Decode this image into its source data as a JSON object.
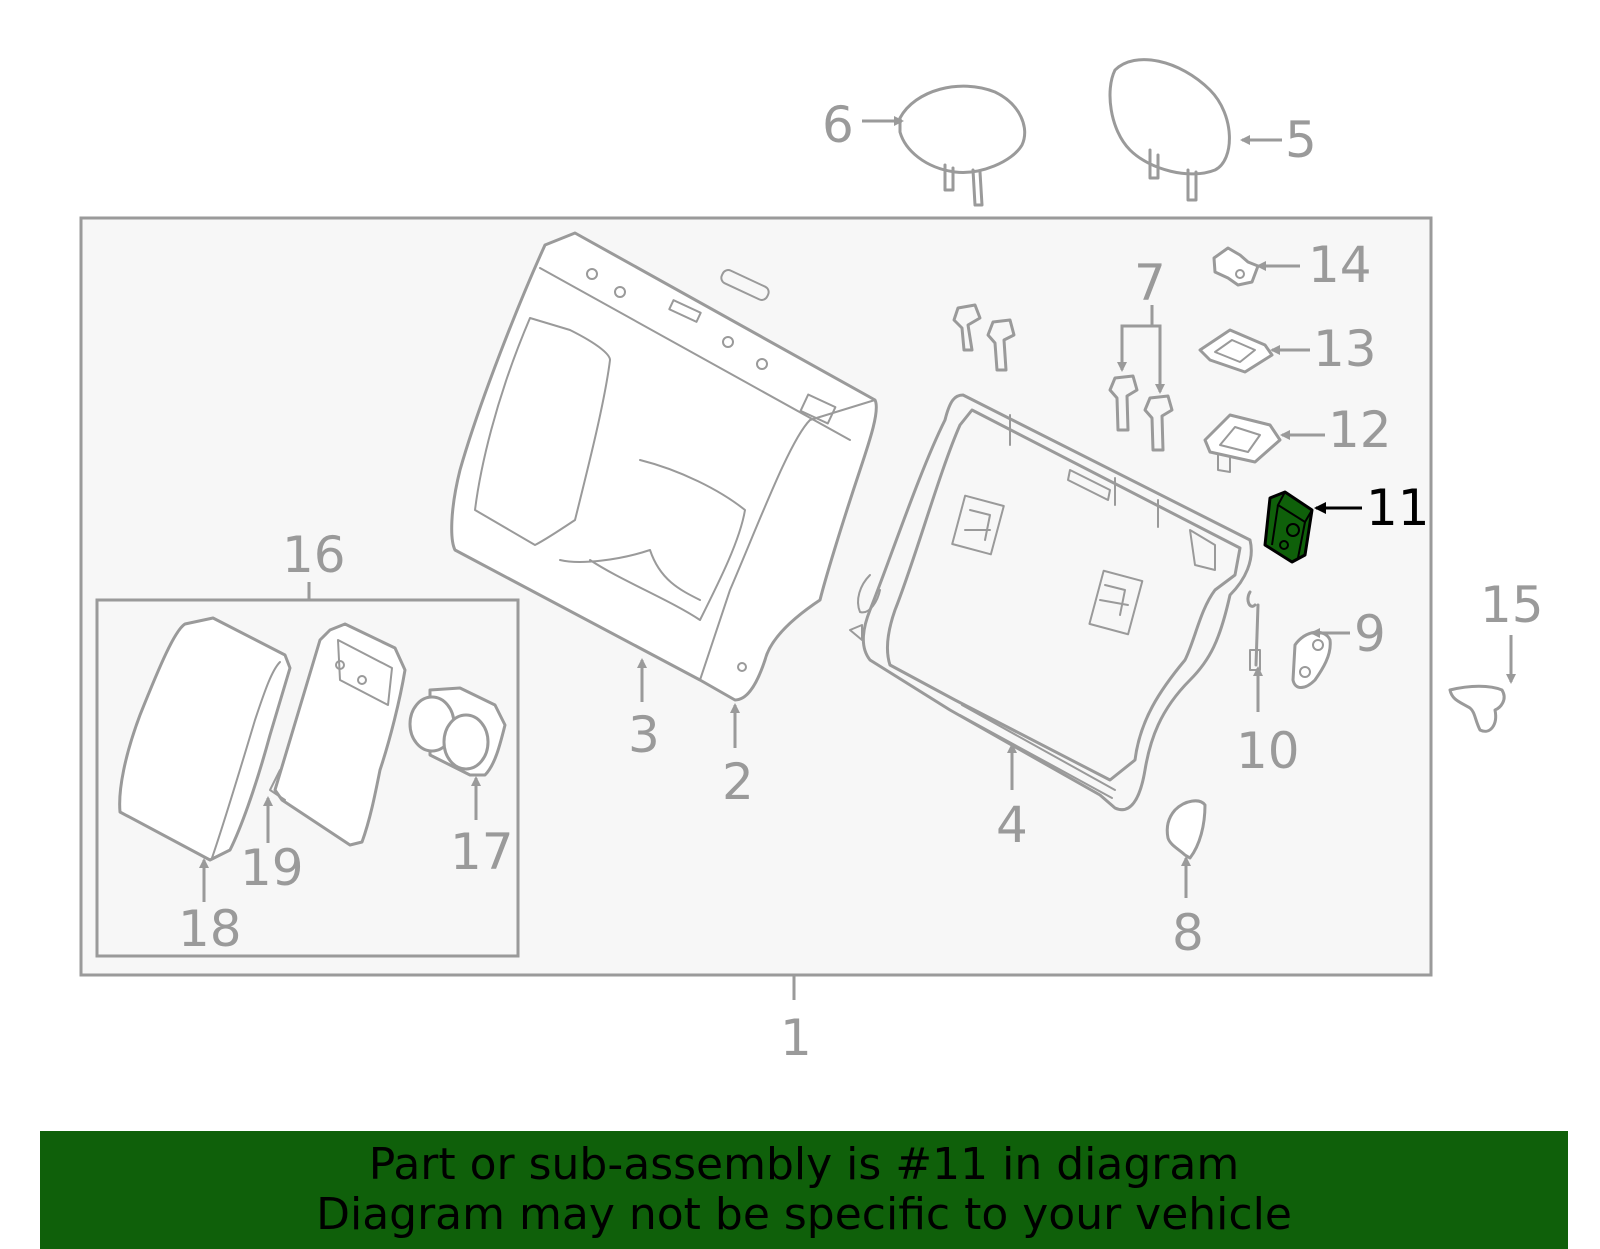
{
  "banner": {
    "line1": "Part or sub-assembly is #11 in diagram",
    "line2": "Diagram may not be specific to your vehicle"
  },
  "highlight": {
    "part_number": "11",
    "color": "#0f600a"
  },
  "colors": {
    "outline": "#9a9a9a",
    "box_fill": "#f7f7f7",
    "banner": "#0f600a"
  },
  "callouts": [
    {
      "id": "1",
      "label": "1"
    },
    {
      "id": "2",
      "label": "2"
    },
    {
      "id": "3",
      "label": "3"
    },
    {
      "id": "4",
      "label": "4"
    },
    {
      "id": "5",
      "label": "5"
    },
    {
      "id": "6",
      "label": "6"
    },
    {
      "id": "7",
      "label": "7"
    },
    {
      "id": "8",
      "label": "8"
    },
    {
      "id": "9",
      "label": "9"
    },
    {
      "id": "10",
      "label": "10"
    },
    {
      "id": "11",
      "label": "11"
    },
    {
      "id": "12",
      "label": "12"
    },
    {
      "id": "13",
      "label": "13"
    },
    {
      "id": "14",
      "label": "14"
    },
    {
      "id": "15",
      "label": "15"
    },
    {
      "id": "16",
      "label": "16"
    },
    {
      "id": "17",
      "label": "17"
    },
    {
      "id": "18",
      "label": "18"
    },
    {
      "id": "19",
      "label": "19"
    }
  ]
}
